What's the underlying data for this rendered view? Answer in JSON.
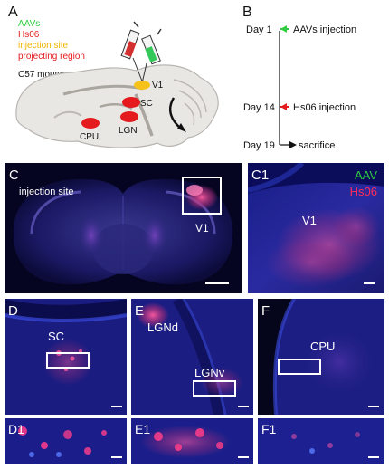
{
  "panel_a": {
    "letter": "A",
    "legend": [
      {
        "text": "AAVs",
        "color": "#2ecc40"
      },
      {
        "text": "Hs06",
        "color": "#e41a1c"
      },
      {
        "text": "injection site",
        "color": "#f0b400"
      },
      {
        "text": "projecting region",
        "color": "#e41a1c"
      }
    ],
    "mouse_label": "C57 mouse",
    "regions": {
      "v1": "V1",
      "sc": "SC",
      "cpu": "CPU",
      "lgn": "LGN"
    }
  },
  "panel_b": {
    "letter": "B",
    "events": [
      {
        "day": "Day 1",
        "event": "AAVs injection",
        "arrow_color": "#2ecc40"
      },
      {
        "day": "Day 14",
        "event": "Hs06 injection",
        "arrow_color": "#e41a1c"
      },
      {
        "day": "Day 19",
        "event": "sacrifice",
        "arrow_color": "#111111"
      }
    ]
  },
  "panel_c": {
    "letter": "C",
    "site_label": "injection site",
    "roi_label": "V1"
  },
  "panel_c1": {
    "letter": "C1",
    "legend_aav": "AAV",
    "legend_hs06": "Hs06",
    "region": "V1",
    "aav_color": "#2ecc40",
    "hs06_color": "#e41a1c"
  },
  "panel_d": {
    "letter": "D",
    "region": "SC"
  },
  "panel_e": {
    "letter": "E",
    "region_dorsal": "LGNd",
    "region_ventral": "LGNv"
  },
  "panel_f": {
    "letter": "F",
    "region": "CPU"
  },
  "panel_d1": {
    "letter": "D1"
  },
  "panel_e1": {
    "letter": "E1"
  },
  "panel_f1": {
    "letter": "F1"
  }
}
